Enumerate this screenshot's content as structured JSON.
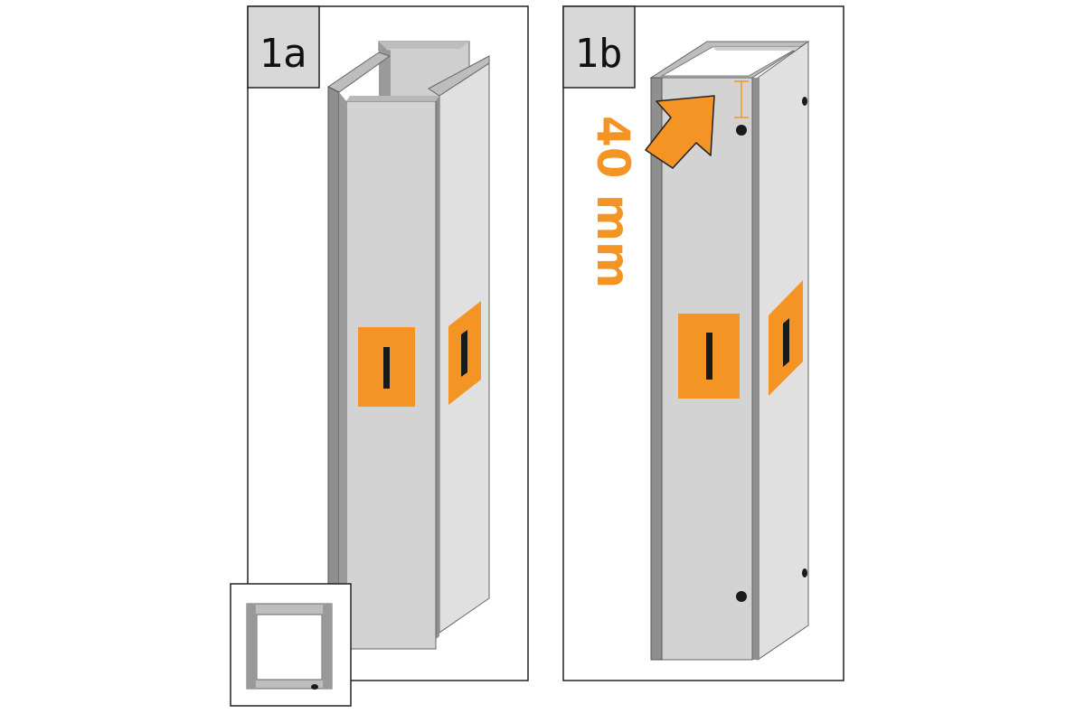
{
  "panels": [
    {
      "label": "1a"
    },
    {
      "label": "1b"
    }
  ],
  "dimension": {
    "text": "40 mm"
  },
  "colors": {
    "metal_front": "#d3d3d3",
    "metal_side": "#e0e0e0",
    "metal_edge": "#8f8f8f",
    "accent_orange": "#f39424",
    "slot": "#1a1a1a",
    "label_box": "#d8d8d8",
    "outline": "#222222"
  },
  "icons": [
    "arrow-icon",
    "slot-marker-icon",
    "screw-hole-icon"
  ]
}
